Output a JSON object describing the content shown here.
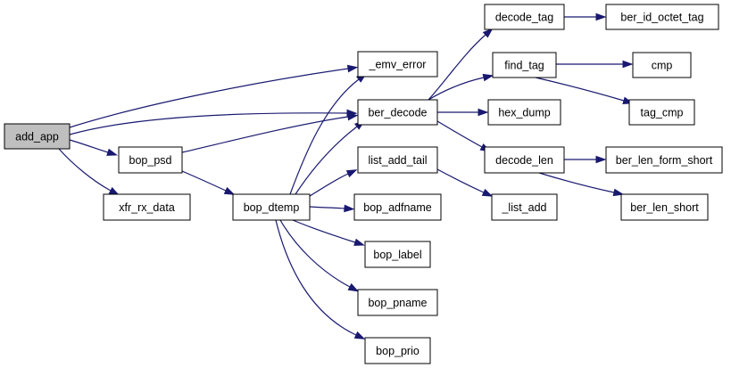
{
  "diagram": {
    "root": "add_app",
    "colors": {
      "root_fill": "#bfbfbf",
      "node_fill": "#ffffff",
      "border": "#000000",
      "edge": "#191970"
    },
    "nodes": [
      {
        "id": "add_app",
        "label": "add_app"
      },
      {
        "id": "emv_error",
        "label": "_emv_error"
      },
      {
        "id": "ber_decode",
        "label": "ber_decode"
      },
      {
        "id": "bop_psd",
        "label": "bop_psd"
      },
      {
        "id": "xfr_rx_data",
        "label": "xfr_rx_data"
      },
      {
        "id": "bop_dtemp",
        "label": "bop_dtemp"
      },
      {
        "id": "list_add_tail",
        "label": "list_add_tail"
      },
      {
        "id": "bop_adfname",
        "label": "bop_adfname"
      },
      {
        "id": "bop_label",
        "label": "bop_label"
      },
      {
        "id": "bop_pname",
        "label": "bop_pname"
      },
      {
        "id": "bop_prio",
        "label": "bop_prio"
      },
      {
        "id": "decode_tag",
        "label": "decode_tag"
      },
      {
        "id": "find_tag",
        "label": "find_tag"
      },
      {
        "id": "hex_dump",
        "label": "hex_dump"
      },
      {
        "id": "decode_len",
        "label": "decode_len"
      },
      {
        "id": "list_add",
        "label": "_list_add"
      },
      {
        "id": "ber_id_octet_tag",
        "label": "ber_id_octet_tag"
      },
      {
        "id": "cmp",
        "label": "cmp"
      },
      {
        "id": "tag_cmp",
        "label": "tag_cmp"
      },
      {
        "id": "ber_len_form_short",
        "label": "ber_len_form_short"
      },
      {
        "id": "ber_len_short",
        "label": "ber_len_short"
      }
    ],
    "edges": [
      {
        "from": "add_app",
        "to": "emv_error"
      },
      {
        "from": "add_app",
        "to": "ber_decode"
      },
      {
        "from": "add_app",
        "to": "bop_psd"
      },
      {
        "from": "add_app",
        "to": "xfr_rx_data"
      },
      {
        "from": "bop_psd",
        "to": "ber_decode"
      },
      {
        "from": "bop_psd",
        "to": "bop_dtemp"
      },
      {
        "from": "bop_dtemp",
        "to": "emv_error"
      },
      {
        "from": "bop_dtemp",
        "to": "ber_decode"
      },
      {
        "from": "bop_dtemp",
        "to": "list_add_tail"
      },
      {
        "from": "bop_dtemp",
        "to": "bop_adfname"
      },
      {
        "from": "bop_dtemp",
        "to": "bop_label"
      },
      {
        "from": "bop_dtemp",
        "to": "bop_pname"
      },
      {
        "from": "bop_dtemp",
        "to": "bop_prio"
      },
      {
        "from": "ber_decode",
        "to": "decode_tag"
      },
      {
        "from": "ber_decode",
        "to": "find_tag"
      },
      {
        "from": "ber_decode",
        "to": "hex_dump"
      },
      {
        "from": "ber_decode",
        "to": "decode_len"
      },
      {
        "from": "list_add_tail",
        "to": "list_add"
      },
      {
        "from": "decode_tag",
        "to": "ber_id_octet_tag"
      },
      {
        "from": "find_tag",
        "to": "cmp"
      },
      {
        "from": "find_tag",
        "to": "tag_cmp"
      },
      {
        "from": "decode_len",
        "to": "ber_len_form_short"
      },
      {
        "from": "decode_len",
        "to": "ber_len_short"
      }
    ]
  }
}
